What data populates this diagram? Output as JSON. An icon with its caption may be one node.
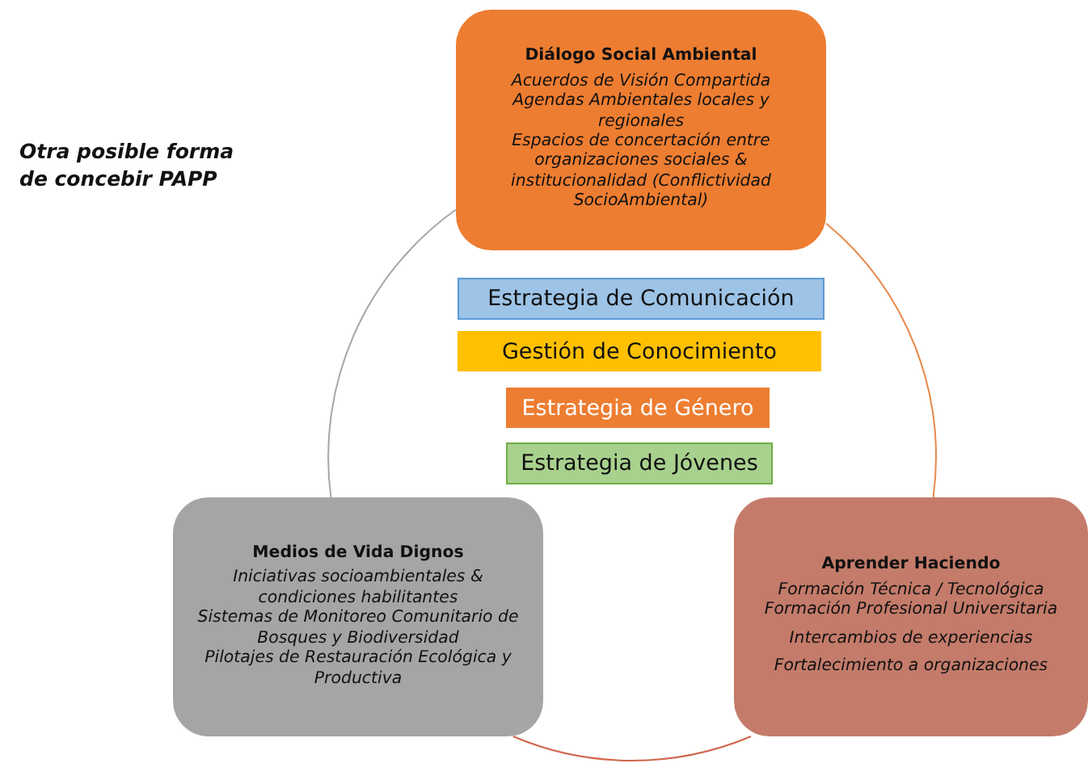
{
  "diagram": {
    "nodes": [
      {
        "text": [
          "Diálogo Social Ambiental",
          "Acuerdos de Visión Compartida",
          "Agendas Ambientales locales y regionales",
          "Espacios de concertación entre organizaciones sociales & institucionalidad (Conflictividad SocioAmbiental)"
        ]
      },
      {
        "text": [
          "Estrategia de Comunicación"
        ]
      },
      {
        "text": [
          "Gestión de Conocimiento"
        ]
      },
      {
        "text": [
          "Estrategia de Género"
        ]
      },
      {
        "text": [
          "Estrategia de Jóvenes"
        ]
      },
      {
        "text": [
          "Medios de Vida Dignos",
          "Iniciativas socioambientales & condiciones habilitantes",
          "Sistemas de Monitoreo Comunitario de Bosques y Biodiversidad",
          "Pilotajes de Restauración Ecológica y Productiva"
        ]
      },
      {
        "text": [
          "Aprender Haciendo",
          "Formación Técnica / Tecnológica",
          "Formación Profesional Universitaria",
          "Intercambios de experiencias",
          "Fortalecimiento a organizaciones"
        ]
      }
    ],
    "edges": [
      {
        "from": 0,
        "to": 6,
        "arrow": "none",
        "color": "#e8884a"
      },
      {
        "from": 6,
        "to": 5,
        "arrow": "none",
        "color": "#d0644a"
      },
      {
        "from": 5,
        "to": 0,
        "arrow": "none",
        "color": "#a6a6a6"
      }
    ],
    "labels": [
      "Otra posible forma de concebir PAPP"
    ]
  }
}
